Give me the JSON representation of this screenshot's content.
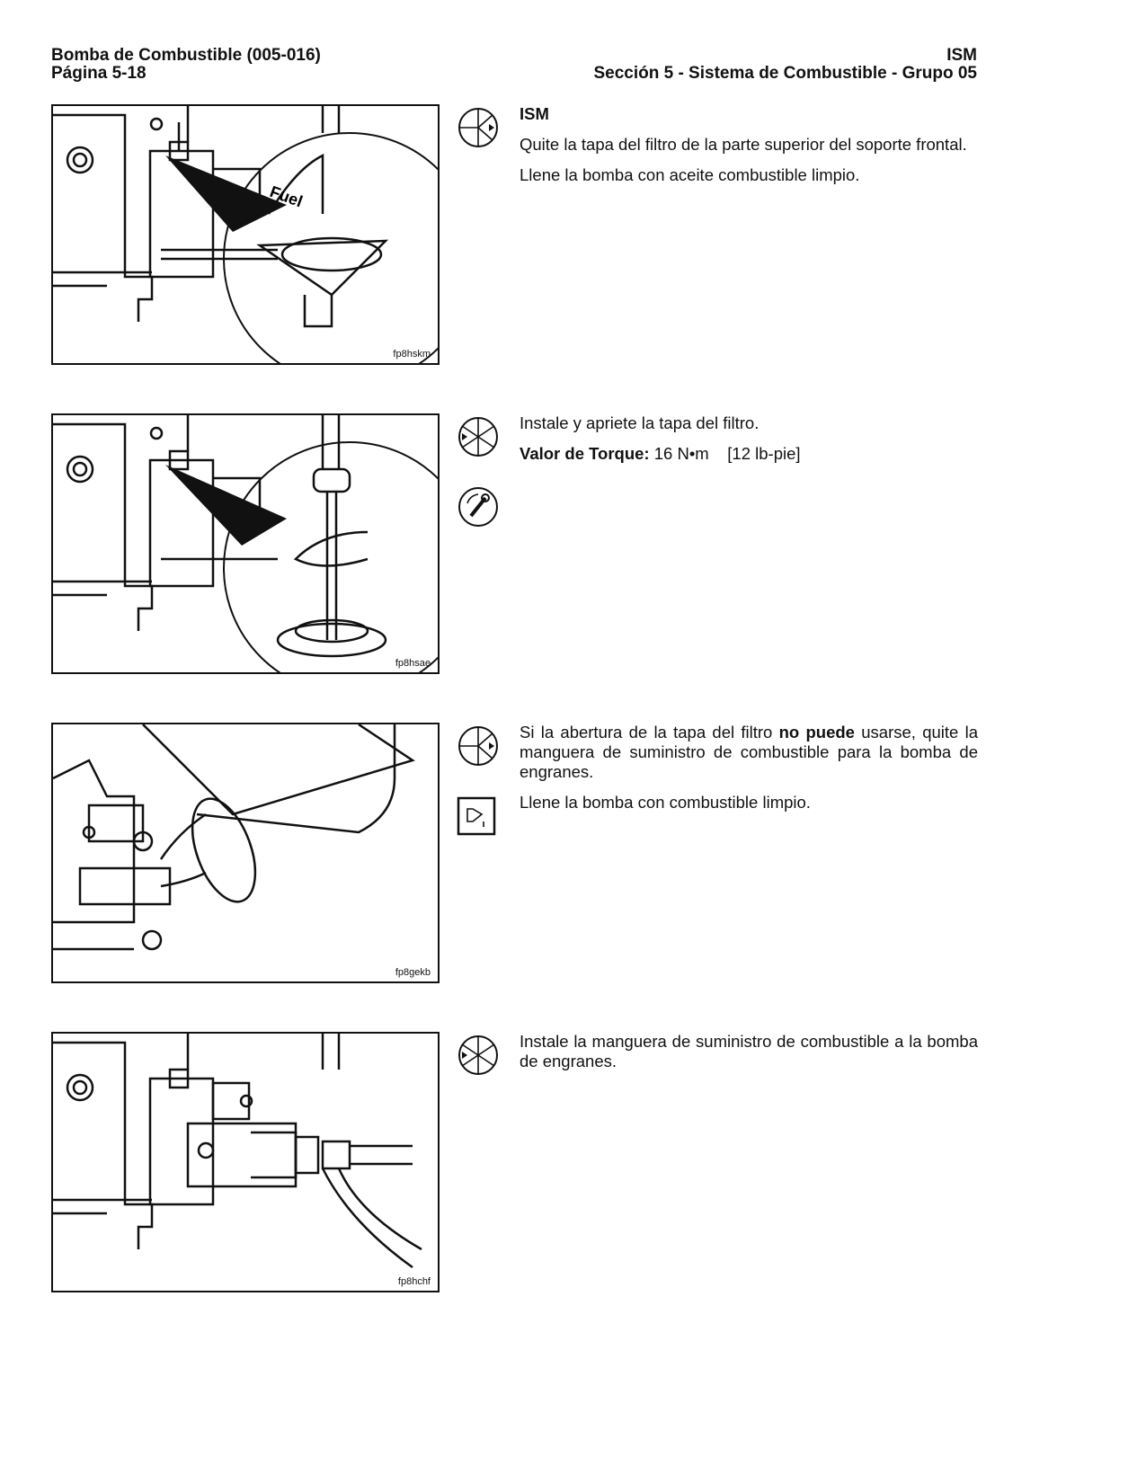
{
  "header": {
    "left_line1": "Bomba de Combustible (005-016)",
    "left_line2": "Página 5-18",
    "right_line1": "ISM",
    "right_line2": "Sección 5 - Sistema de Combustible - Grupo 05"
  },
  "steps": [
    {
      "figure_code": "fp8hskm",
      "figure_label": "Fuel",
      "heading": "ISM",
      "p1": "Quite la tapa del filtro de la parte superior del soporte frontal.",
      "p2": "Llene la bomba con aceite combustible limpio.",
      "icons": [
        "remove-icon"
      ]
    },
    {
      "figure_code": "fp8hsae",
      "p1": "Instale y apriete la tapa del filtro.",
      "torque_label": "Valor de Torque:",
      "torque_value": "16 N•m",
      "torque_imperial": "[12  lb-pie]",
      "icons": [
        "install-icon",
        "torque-wrench-icon"
      ]
    },
    {
      "figure_code": "fp8gekb",
      "p1_a": "Si la abertura de la tapa del filtro ",
      "p1_b": "no puede",
      "p1_c": " usarse, quite la manguera de suministro de combustible para la bomba de engranes.",
      "p2": "Llene la bomba con combustible limpio.",
      "icons": [
        "remove-icon",
        "fill-fuel-icon"
      ]
    },
    {
      "figure_code": "fp8hchf",
      "p1": "Instale la manguera de suministro de combustible a la bomba de engranes.",
      "icons": [
        "install-icon"
      ]
    }
  ]
}
